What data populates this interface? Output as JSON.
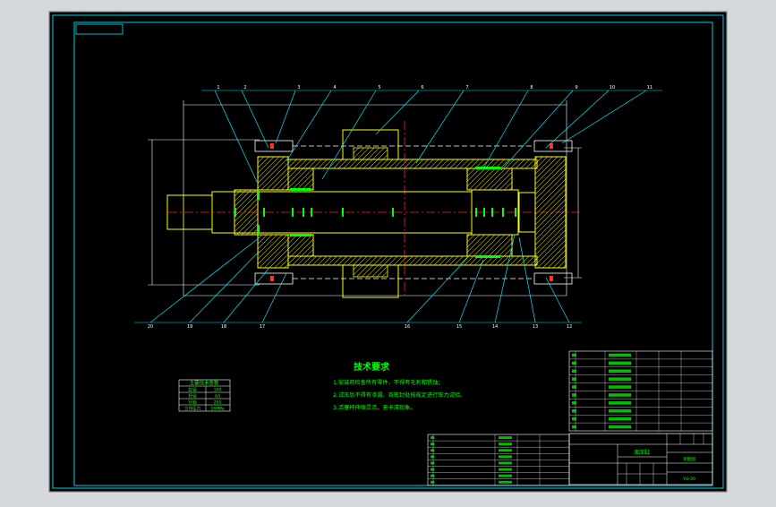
{
  "drawing": {
    "callouts_top": [
      "1",
      "2",
      "3",
      "4",
      "5",
      "6",
      "7",
      "8",
      "9",
      "10",
      "11"
    ],
    "callouts_bottom": [
      "20",
      "19",
      "18",
      "17",
      "16",
      "15",
      "14",
      "13",
      "12"
    ],
    "notes_title": "技术要求",
    "notes": [
      "1.安装前检查所有零件，不得有毛刺和锈蚀；",
      "2.试压后不得有渗漏，各密封处按规定进行压力试验。",
      "3.活塞杆伸缩灵活，无卡滞现象。"
    ],
    "params_title": "主要技术参数",
    "params_rows": [
      [
        "缸径",
        "100"
      ],
      [
        "杆径",
        "63"
      ],
      [
        "行程",
        "250"
      ],
      [
        "工作压力",
        "16MPa"
      ]
    ],
    "title_block": {
      "drawing_name": "液压缸",
      "sheet_label": "装配图",
      "drawing_no": "YG-00"
    }
  },
  "colors": {
    "frame": "#00e5ff",
    "part": "#ffff00",
    "hatch": "#ffff00",
    "dim": "#ffffff",
    "center": "#ff2020",
    "text": "#00ff00",
    "leader": "#00e5ff",
    "background": "#000000"
  }
}
